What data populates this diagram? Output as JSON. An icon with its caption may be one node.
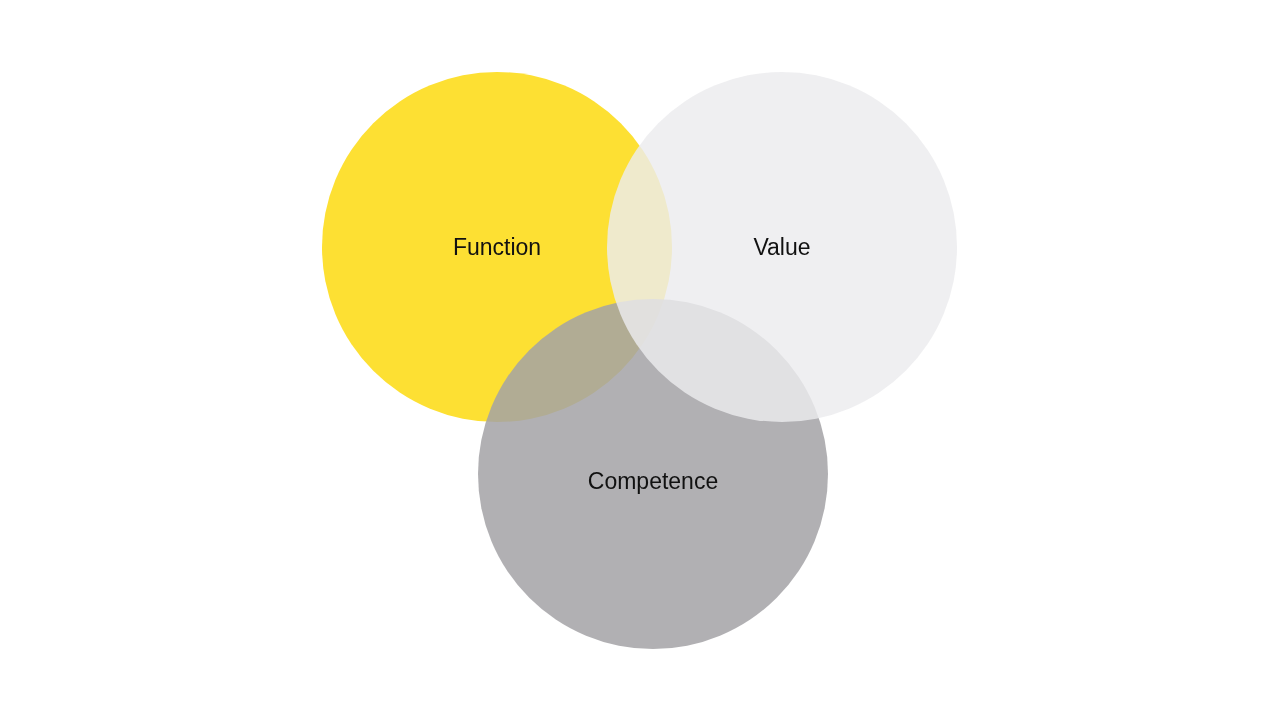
{
  "diagram": {
    "nodes": [
      {
        "text": [
          "Function"
        ]
      },
      {
        "text": [
          "Value"
        ]
      },
      {
        "text": [
          "Competence"
        ]
      }
    ]
  }
}
